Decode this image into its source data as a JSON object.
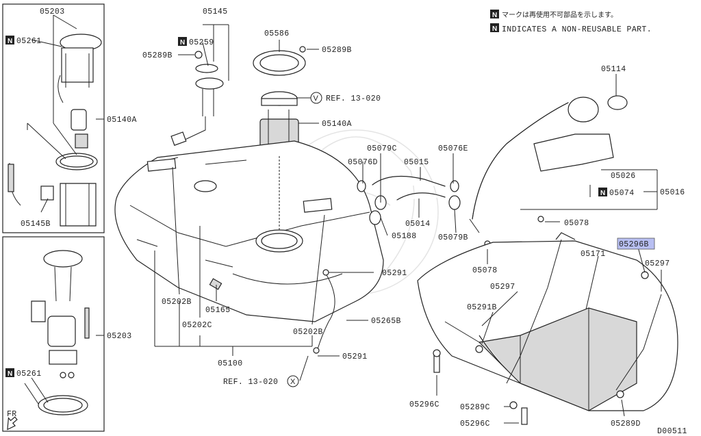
{
  "notes": {
    "jp": "マークは再使用不可部品を示します。",
    "en": "INDICATES A NON-REUSABLE PART.",
    "n_symbol": "N"
  },
  "labels": {
    "p05203_top": "05203",
    "p05261_top": "05261",
    "p05140A_left": "05140A",
    "p05145B": "05145B",
    "p05145": "05145",
    "p05259": "05259",
    "p05289B_left": "05289B",
    "p05586": "05586",
    "p05289B_right": "05289B",
    "ref13020_v": "REF. 13-020",
    "circle_v": "V",
    "p05140A_mid": "05140A",
    "p05079C": "05079C",
    "p05076E": "05076E",
    "p05076D": "05076D",
    "p05015": "05015",
    "p05014": "05014",
    "p05188": "05188",
    "p05079B": "05079B",
    "p05114": "05114",
    "p05026": "05026",
    "p05074": "05074",
    "p05016": "05016",
    "p05078_right": "05078",
    "p05078_mid": "05078",
    "p05296B": "05296B",
    "p05171": "05171",
    "p05297_right": "05297",
    "p05297_mid": "05297",
    "p05291_top": "05291",
    "p05291B": "05291B",
    "p05202B_left": "05202B",
    "p05165": "05165",
    "p05202C": "05202C",
    "p05202B_right": "05202B",
    "p05265B": "05265B",
    "p05100": "05100",
    "p05291_bottom": "05291",
    "ref13020_x": "REF. 13-020",
    "circle_x": "X",
    "p05203_bottom": "05203",
    "p05261_bottom": "05261",
    "fr": "FR",
    "p05296C_left": "05296C",
    "p05289C": "05289C",
    "p05296C_right": "05296C",
    "p05289D": "05289D",
    "code": "D00511"
  }
}
